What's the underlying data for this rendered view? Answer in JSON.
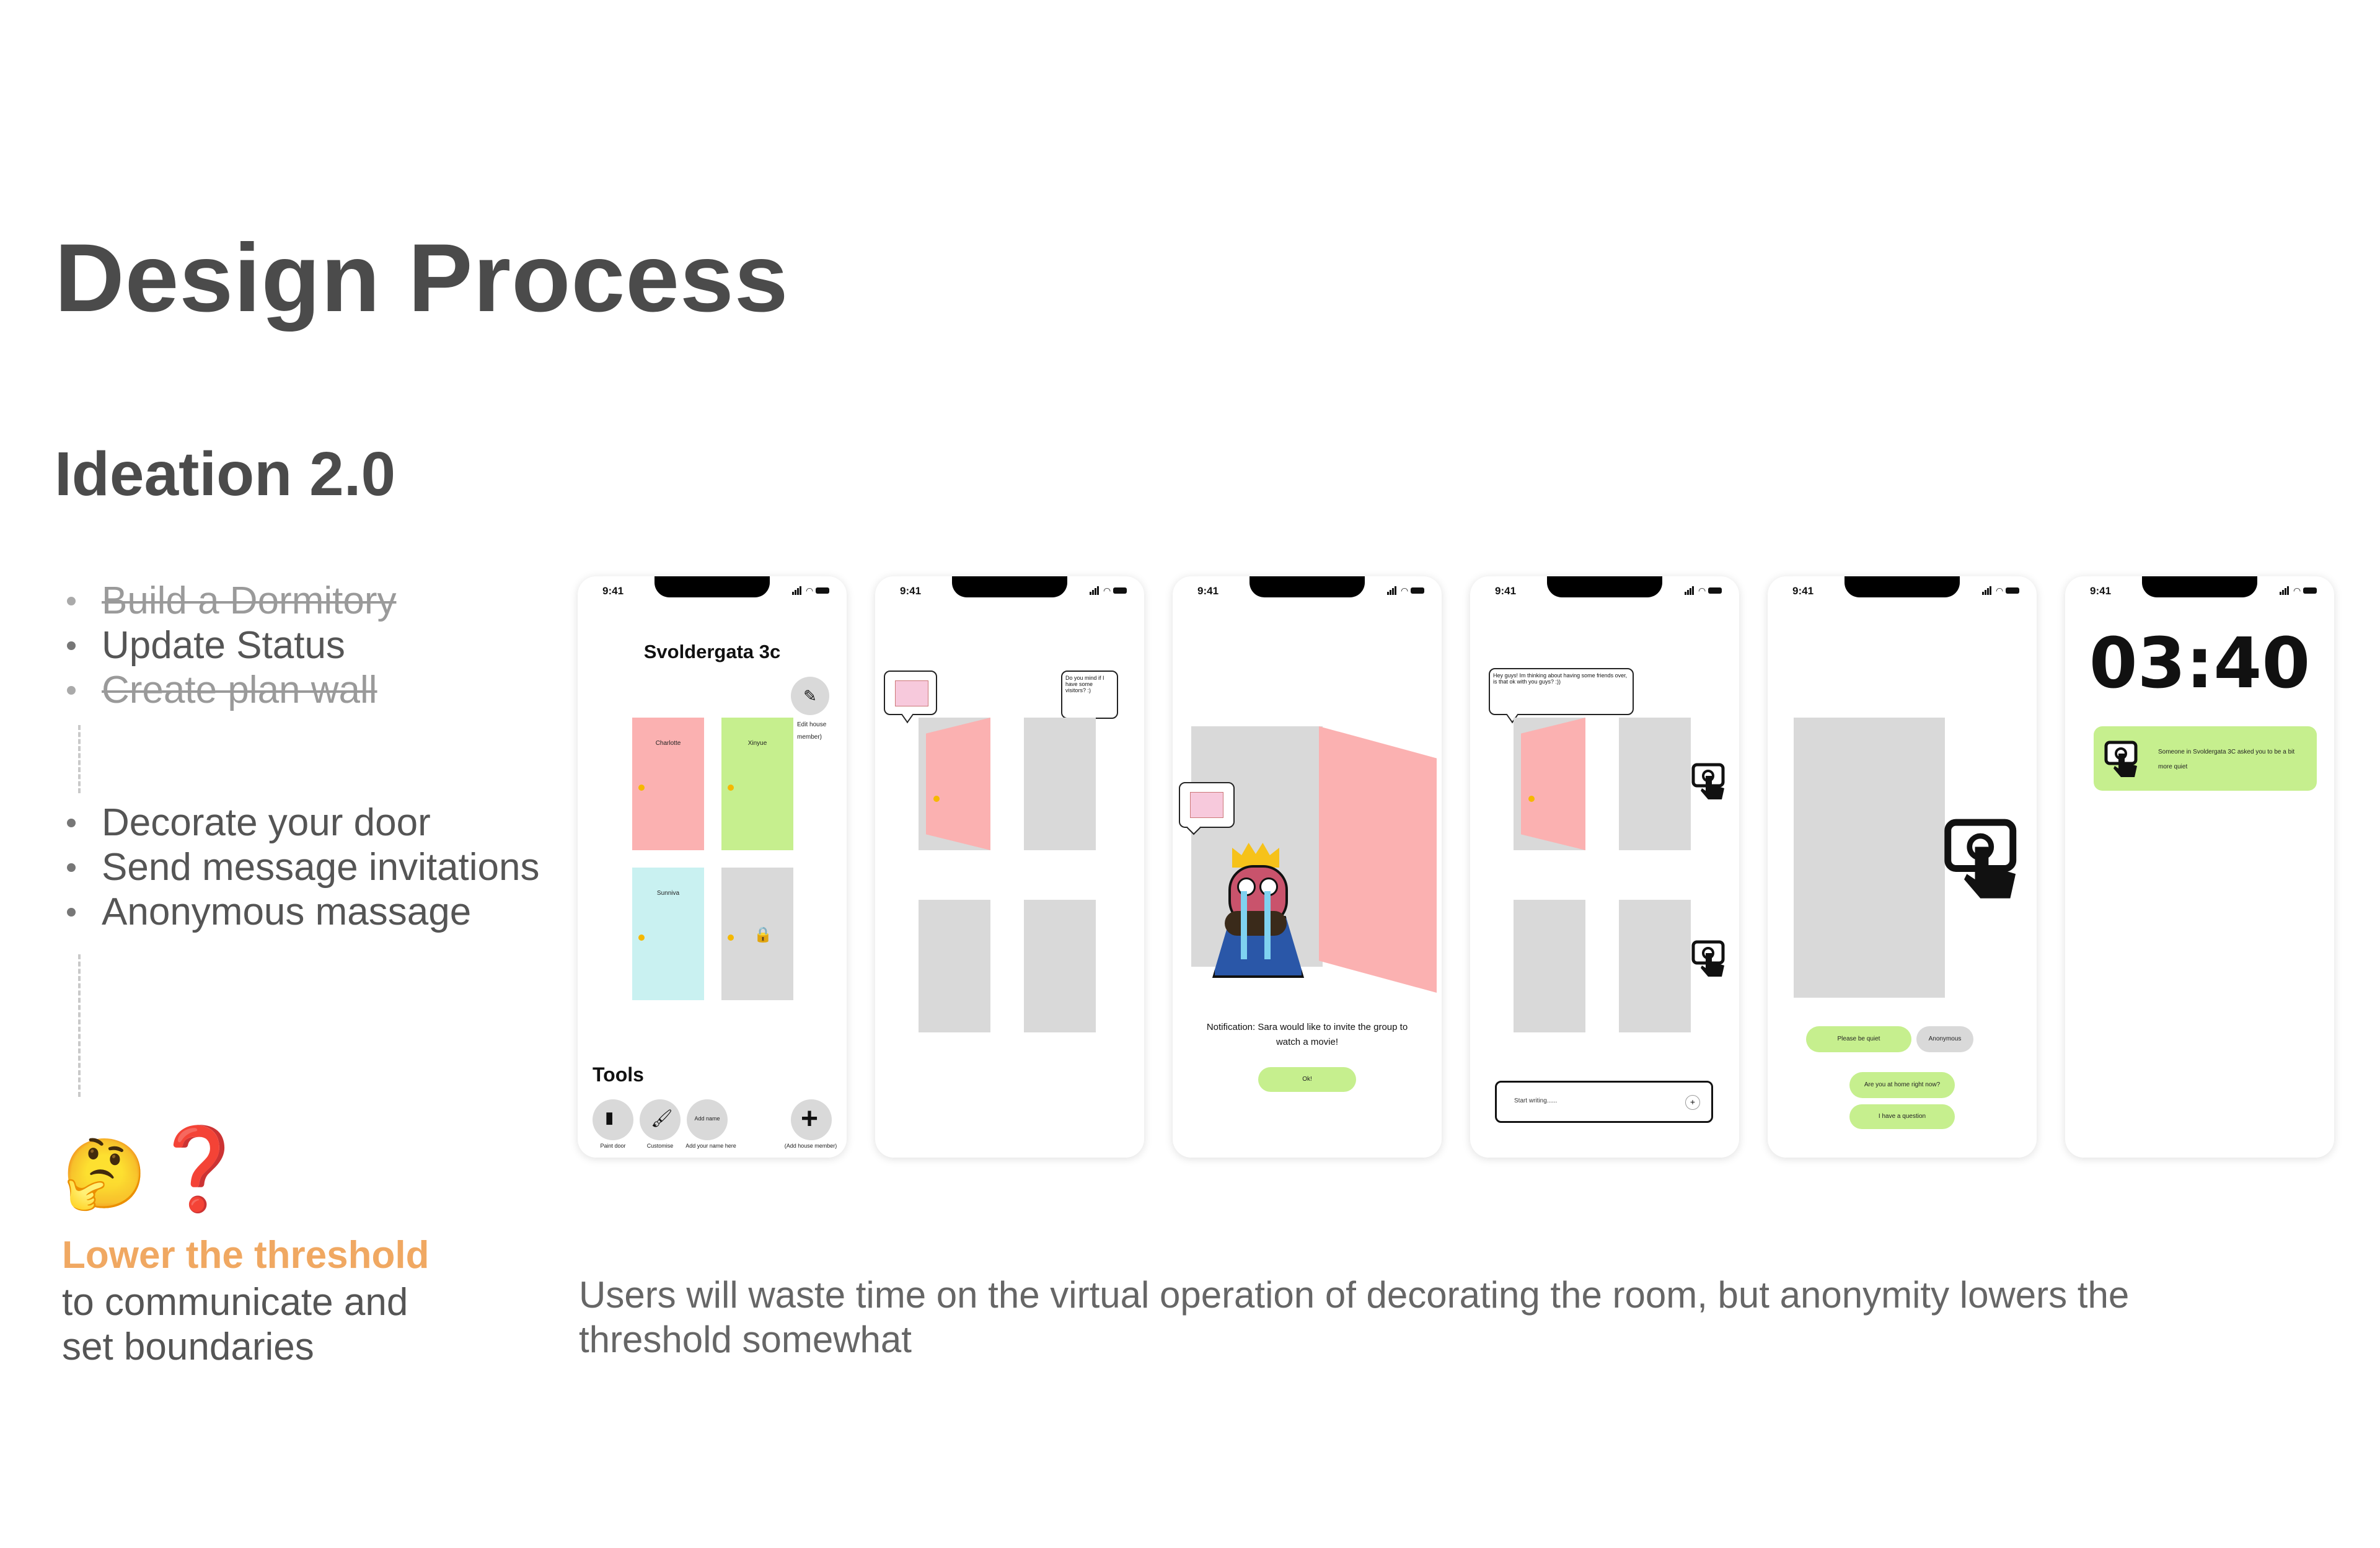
{
  "header": {
    "title": "Design Process",
    "subtitle": "Ideation 2.0"
  },
  "bullets_top": [
    {
      "text": "Build a Dormitory",
      "struck": true
    },
    {
      "text": "Update Status",
      "struck": false
    },
    {
      "text": "Create plan wall",
      "struck": true
    }
  ],
  "bullets_bottom": [
    {
      "text": "Decorate your door"
    },
    {
      "text": "Send message invitations"
    },
    {
      "text": "Anonymous massage"
    }
  ],
  "insight": {
    "emoji": "🤔",
    "mark": "❓",
    "highlight": "Lower the threshold",
    "line2": "to communicate and",
    "line3": "set boundaries"
  },
  "conclusion": "Users will waste time on the virtual operation of decorating the room, but anonymity lowers the threshold somewhat",
  "phones": {
    "status_time": "9:41",
    "p1": {
      "house_name": "Svoldergata 3c",
      "rooms": [
        "Charlotte",
        "Xinyue",
        "Sunniva"
      ],
      "edit_label": "Edit house member)",
      "tools_title": "Tools",
      "tools": [
        "Paint door",
        "Customise",
        "Add name",
        "Add your name here",
        "(Add house member)"
      ]
    },
    "p2": {
      "bubble_right": "Do you mind if I have some visitors? :)"
    },
    "p3": {
      "notification": "Notification: Sara would like to invite the group to watch a movie!",
      "ok_label": "Ok!"
    },
    "p4": {
      "bubble": "Hey guys! Im thinking about having some friends over, is that ok with you guys? :))",
      "input_placeholder": "Start writing......",
      "send": "+"
    },
    "p5": {
      "options": [
        "Please be quiet",
        "Anonymous",
        "Are you at home right now?",
        "I have a question"
      ]
    },
    "p6": {
      "clock": "03:40",
      "notification": "Someone in Svoldergata 3C asked you to be a bit more quiet"
    }
  },
  "colors": {
    "pink": "#fbb1b1",
    "green": "#c6ef8e",
    "cyan": "#c9f1f1",
    "gray": "#d9d9d9",
    "accent": "#f0a862"
  }
}
